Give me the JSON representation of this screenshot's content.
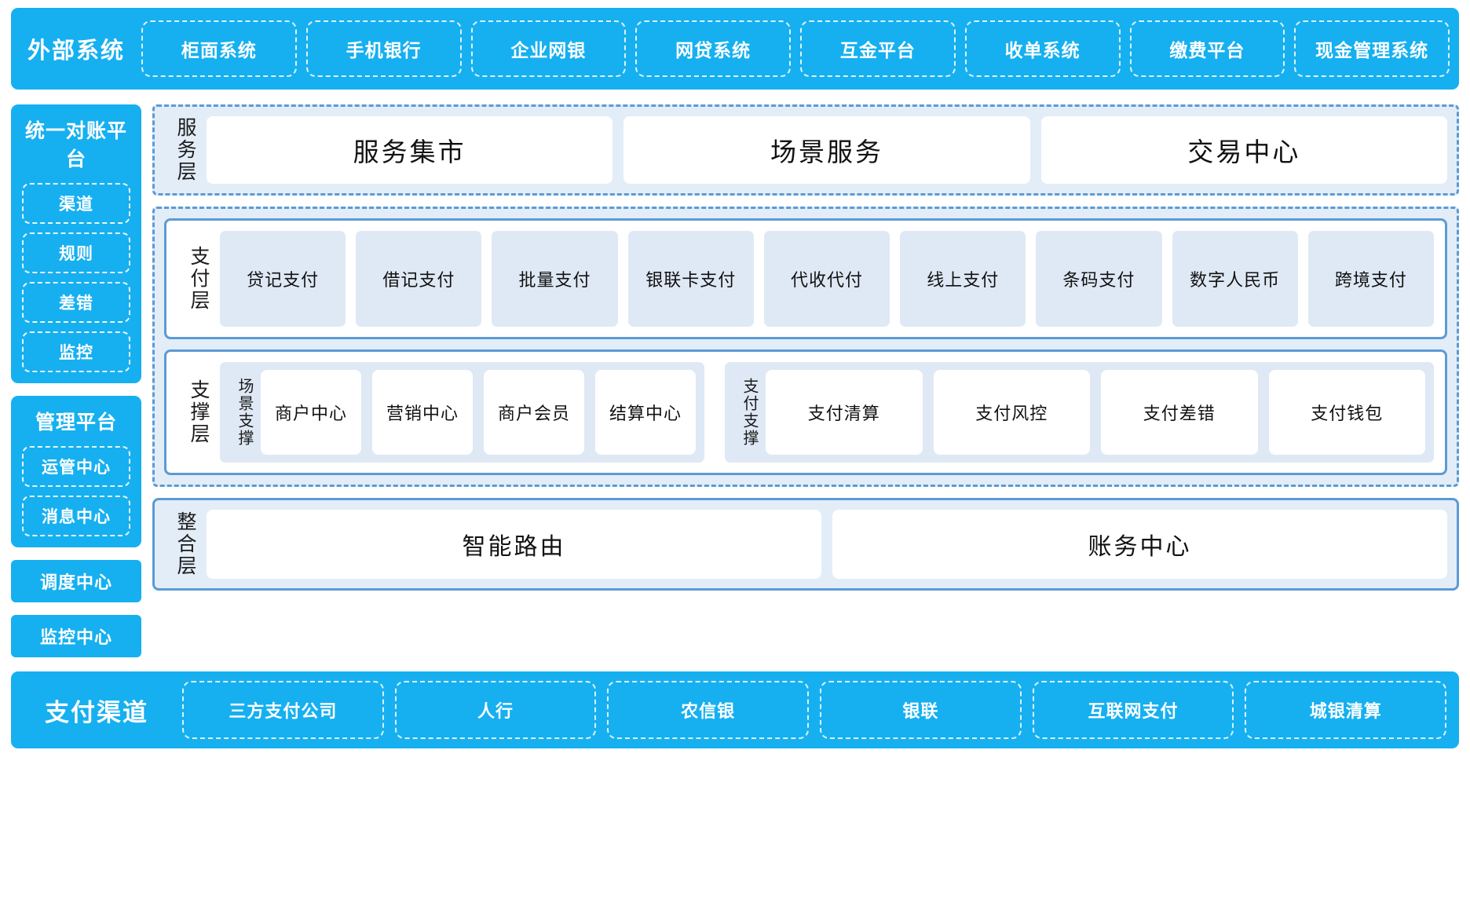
{
  "external": {
    "title": "外部系统",
    "items": [
      "柜面系统",
      "手机银行",
      "企业网银",
      "网贷系统",
      "互金平台",
      "收单系统",
      "缴费平台",
      "现金管理系统"
    ]
  },
  "left_rail": {
    "reconciliation": {
      "title": "统一对账平台",
      "items": [
        "渠道",
        "规则",
        "差错",
        "监控"
      ]
    },
    "management": {
      "title": "管理平台",
      "items": [
        "运管中心",
        "消息中心"
      ]
    },
    "standalone": [
      "调度中心",
      "监控中心"
    ]
  },
  "service_layer": {
    "label": "服务层",
    "cards": [
      "服务集市",
      "场景服务",
      "交易中心"
    ]
  },
  "payment_layer": {
    "label": "支付层",
    "cards": [
      "贷记支付",
      "借记支付",
      "批量支付",
      "银联卡支付",
      "代收代付",
      "线上支付",
      "条码支付",
      "数字人民币",
      "跨境支付"
    ]
  },
  "support_layer": {
    "label": "支撑层",
    "groups": [
      {
        "label": "场景支撑",
        "cards": [
          "商户中心",
          "营销中心",
          "商户会员",
          "结算中心"
        ]
      },
      {
        "label": "支付支撑",
        "cards": [
          "支付清算",
          "支付风控",
          "支付差错",
          "支付钱包"
        ]
      }
    ]
  },
  "integration_layer": {
    "label": "整合层",
    "cards": [
      "智能路由",
      "账务中心"
    ]
  },
  "channels": {
    "title": "支付渠道",
    "items": [
      "三方支付公司",
      "人行",
      "农信银",
      "银联",
      "互联网支付",
      "城银清算"
    ]
  },
  "colors": {
    "brand_blue": "#16B0F0",
    "panel_blue": "#E3EDF8",
    "card_blue": "#DFE9F5",
    "border_blue": "#5B9BD5"
  }
}
